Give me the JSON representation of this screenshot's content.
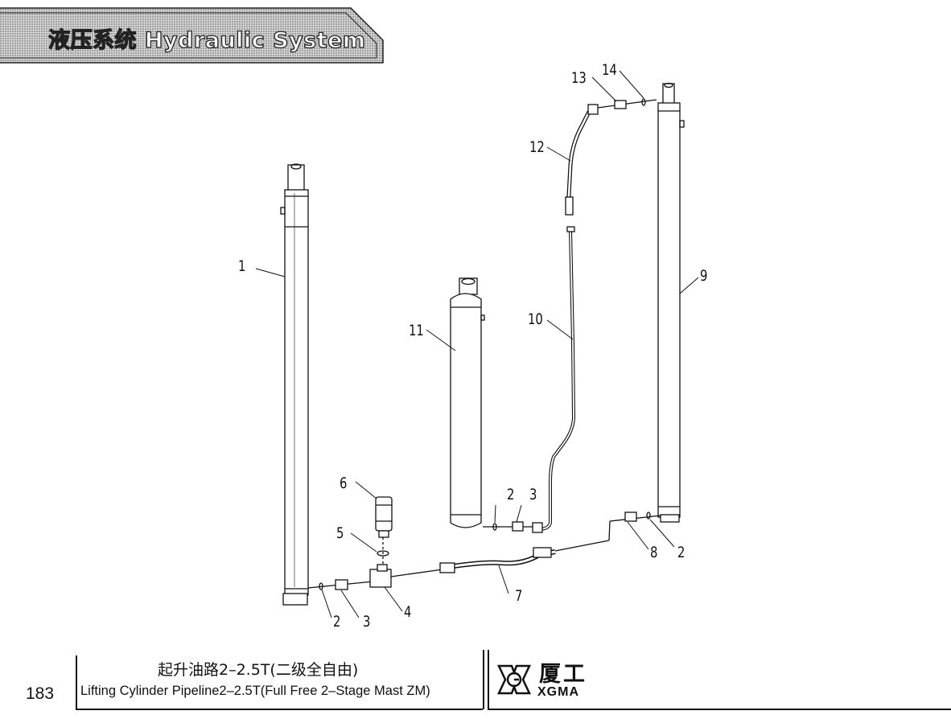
{
  "header": {
    "title": "液压系统  Hydraulic System"
  },
  "callouts": [
    "1",
    "2",
    "3",
    "4",
    "5",
    "6",
    "7",
    "2",
    "3",
    "8",
    "2",
    "9",
    "10",
    "11",
    "12",
    "13",
    "14"
  ],
  "footer": {
    "page_number": "183",
    "caption_cn": "起升油路2–2.5T(二级全自由)",
    "caption_en": "Lifting Cylinder Pipeline2–2.5T(Full Free 2–Stage Mast ZM)",
    "brand_cn": "厦工",
    "brand_en": "XGMA"
  }
}
